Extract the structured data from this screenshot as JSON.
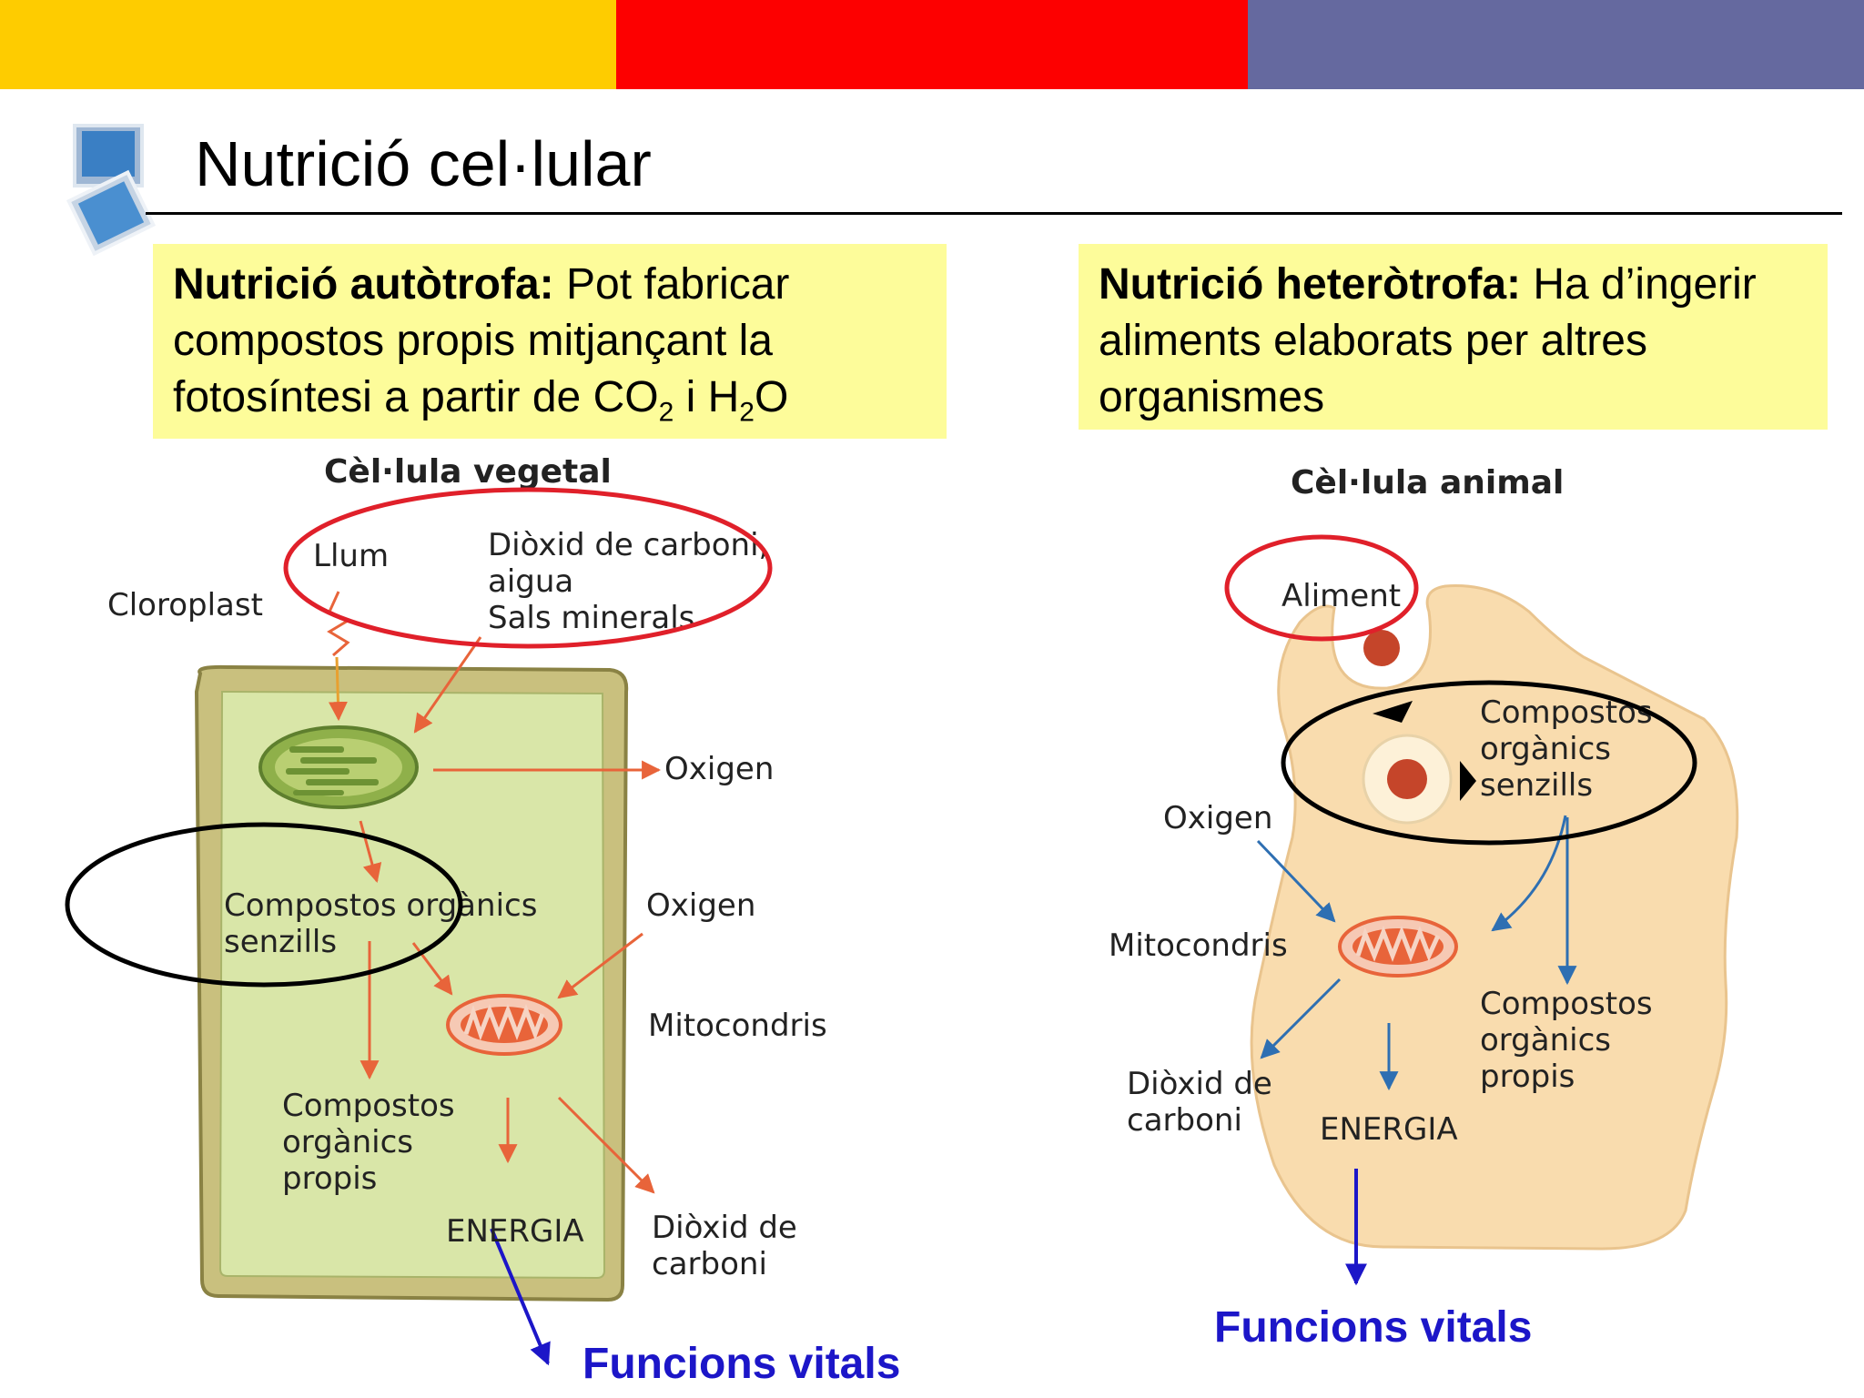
{
  "colors": {
    "band_yellow": "#fecc00",
    "band_red": "#fd0000",
    "band_blue": "#65699f",
    "box_yellow": "#fdfc9a",
    "plant_cell": "#d9e6a8",
    "animal_cell": "#f9dcae",
    "highlight_red": "#e0202a",
    "highlight_black": "#000000",
    "arrow_orange": "#e8643a",
    "arrow_blue": "#2e6fb2",
    "link_blue": "#1c16c8"
  },
  "title": "Nutrició cel·lular",
  "autotrophic": {
    "heading": "Nutrició autòtrofa:",
    "line1": " Pot fabricar",
    "line2": "compostos propis mitjançant la",
    "line3_pre": "fotosíntesi a partir de CO",
    "sub1": "2",
    "mid": " i H",
    "sub2": "2",
    "post": "O"
  },
  "heterotrophic": {
    "heading": "Nutrició heteròtrofa:",
    "line1": " Ha d’ingerir",
    "line2": "aliments elaborats per altres",
    "line3": "organismes"
  },
  "plant": {
    "heading": "Cèl·lula vegetal",
    "light": "Llum",
    "inputs": [
      "Diòxid de carboni,",
      "aigua",
      "Sals minerals"
    ],
    "chloroplast": "Cloroplast",
    "oxygen_out": "Oxigen",
    "simple": [
      "Compostos orgànics",
      "senzills"
    ],
    "oxygen_in": "Oxigen",
    "mitochondria": "Mitocondris",
    "own": [
      "Compostos",
      "orgànics",
      "propis"
    ],
    "energy": "ENERGIA",
    "co2": [
      "Diòxid de",
      "carboni"
    ],
    "functions": "Funcions vitals"
  },
  "animal": {
    "heading": "Cèl·lula animal",
    "food": "Aliment",
    "simple": [
      "Compostos",
      "orgànics",
      "senzills"
    ],
    "oxygen": "Oxigen",
    "mitochondria": "Mitocondris",
    "own": [
      "Compostos",
      "orgànics",
      "propis"
    ],
    "co2": [
      "Diòxid de",
      "carboni"
    ],
    "energy": "ENERGIA",
    "functions": "Funcions vitals"
  }
}
